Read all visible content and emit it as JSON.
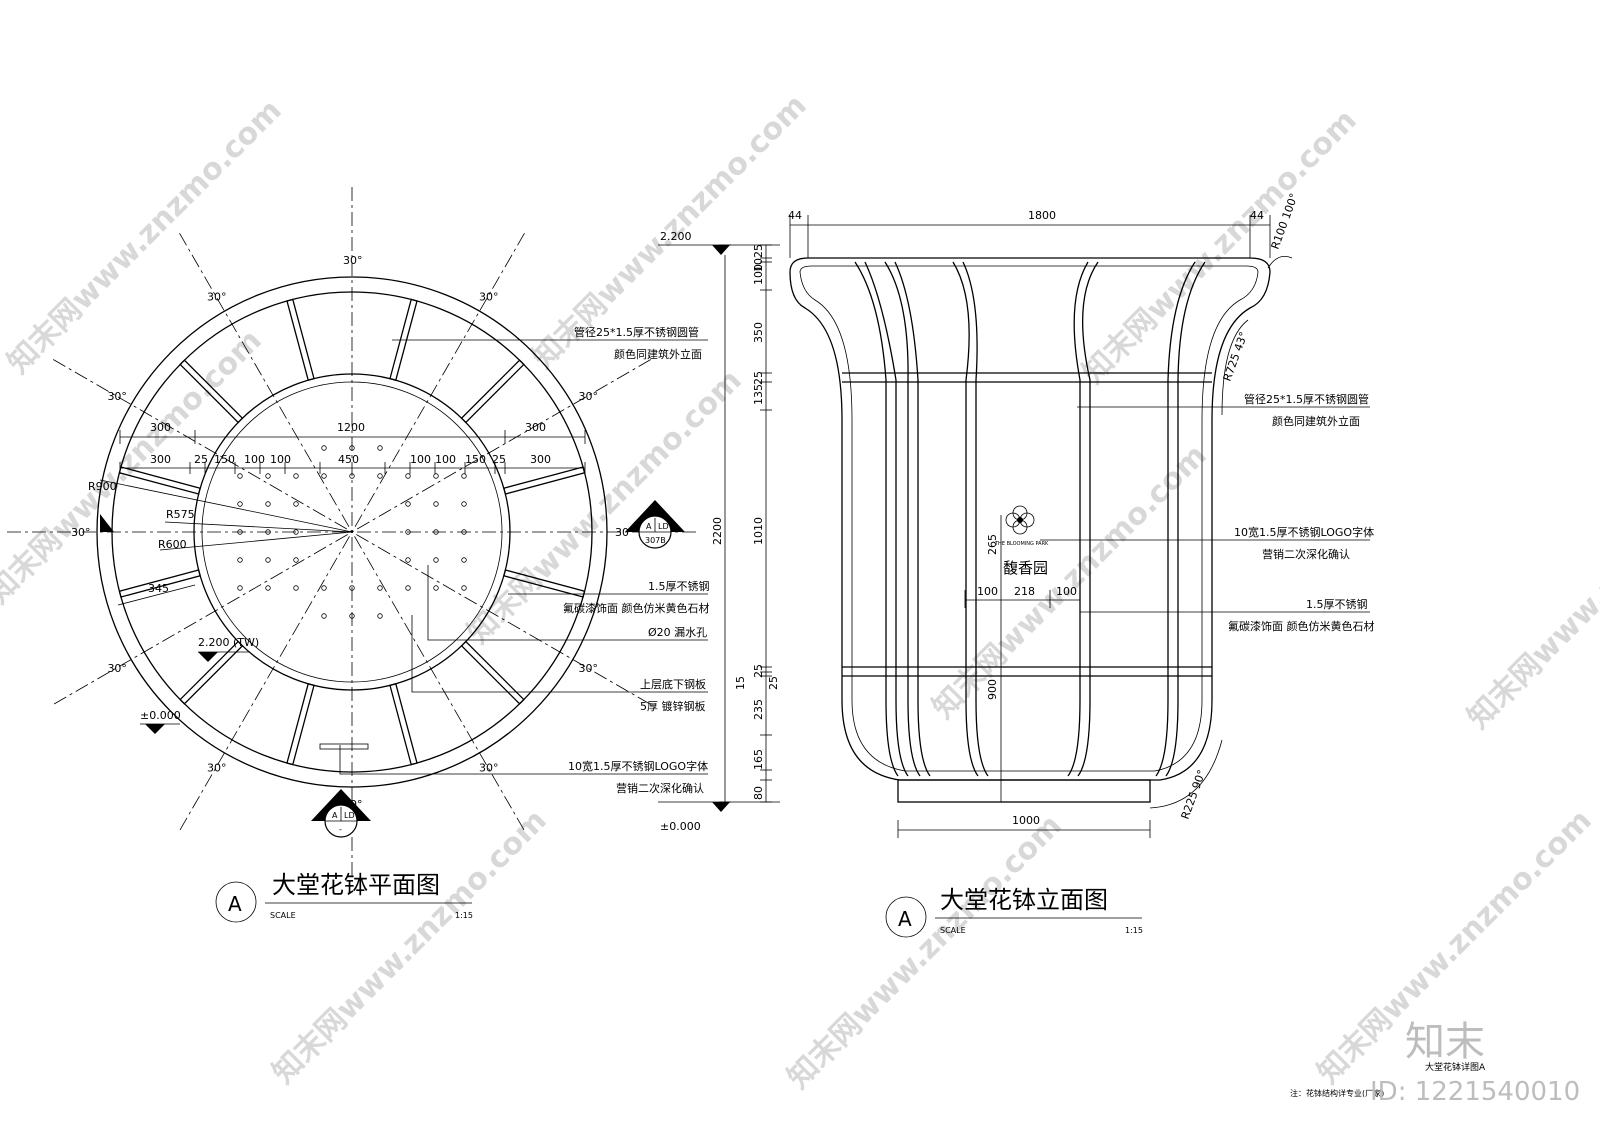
{
  "plan": {
    "title": "大堂花钵平面图",
    "scale_label": "SCALE",
    "scale": "1:15",
    "grid_ref": "A",
    "angle": "30°",
    "dims_top_row1": [
      "300",
      "1200",
      "300"
    ],
    "dims_top_row2": [
      "300",
      "25",
      "150",
      "100",
      "100",
      "450",
      "100",
      "100",
      "150",
      "25",
      "300"
    ],
    "radius_900": "R900",
    "radius_575": "R575",
    "radius_600": "R600",
    "dim_345": "345",
    "level_tw": "2.200 (TW)",
    "level_zero": "±0.000",
    "section_a": "A",
    "section_ld": "LD",
    "section_ref": "307B",
    "section_dash": "-",
    "notes": {
      "pipe_1": "管径25*1.5厚不锈钢圆管",
      "pipe_2": "颜色同建筑外立面",
      "steel_1": "1.5厚不锈钢",
      "steel_2": "氟碳漆饰面 颜色仿米黄色石材",
      "drain": "Ø20 漏水孔",
      "plate_1": "上层底下钢板",
      "plate_2": "5厚 镀锌钢板",
      "logo_1": "10宽1.5厚不锈钢LOGO字体",
      "logo_2": "营销二次深化确认"
    }
  },
  "elevation": {
    "title": "大堂花钵立面图",
    "scale_label": "SCALE",
    "scale": "1:15",
    "grid_ref": "A",
    "level_top": "2.200",
    "level_bottom": "±0.000",
    "dims_top": [
      "44",
      "1800",
      "44"
    ],
    "dims_left": [
      "25",
      "10",
      "100",
      "350",
      "25",
      "135",
      "1010",
      "25",
      "15",
      "25",
      "235",
      "165",
      "80"
    ],
    "dim_total": "2200",
    "dim_bottom": "1000",
    "dim_logo_h": "265",
    "dim_900": "900",
    "dims_logo_row": [
      "100",
      "218",
      "100"
    ],
    "radius_top": "R100 100°",
    "radius_mid": "R725 43°",
    "radius_bottom": "R225 90°",
    "logo_small": "THE BLOOMING PARK",
    "logo_name": "馥香园",
    "notes": {
      "pipe_1": "管径25*1.5厚不锈钢圆管",
      "pipe_2": "颜色同建筑外立面",
      "logo_1": "10宽1.5厚不锈钢LOGO字体",
      "logo_2": "营销二次深化确认",
      "steel_1": "1.5厚不锈钢",
      "steel_2": "氟碳漆饰面 颜色仿米黄色石材"
    }
  },
  "footer": {
    "detail_title": "大堂花钵详图A",
    "note": "注：花钵结构详专业(厂家)",
    "brand": "知末",
    "id": "ID: 1221540010"
  },
  "watermark": "知末网www.znzmo.com"
}
